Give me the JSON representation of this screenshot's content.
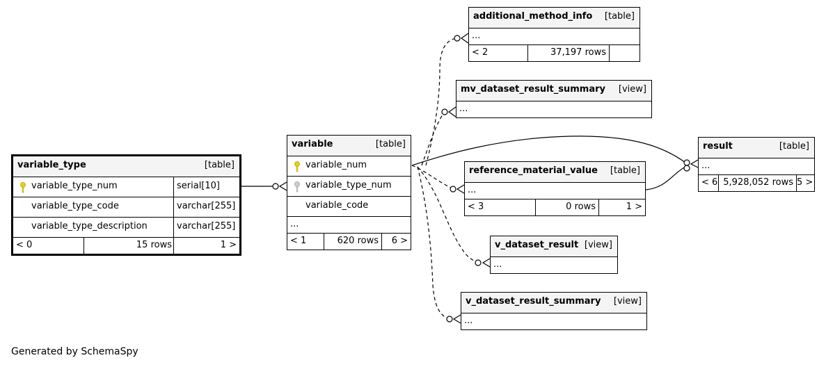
{
  "tables": {
    "variable_type": {
      "name": "variable_type",
      "kind": "[table]",
      "columns": [
        {
          "name": "variable_type_num",
          "type": "serial[10]",
          "key": "primary"
        },
        {
          "name": "variable_type_code",
          "type": "varchar[255]"
        },
        {
          "name": "variable_type_description",
          "type": "varchar[255]"
        }
      ],
      "footer": {
        "parents": "< 0",
        "rows": "15 rows",
        "children": "1 >"
      }
    },
    "variable": {
      "name": "variable",
      "kind": "[table]",
      "columns": [
        {
          "name": "variable_num",
          "key": "primary"
        },
        {
          "name": "variable_type_num",
          "key": "foreign"
        },
        {
          "name": "variable_code"
        }
      ],
      "ellipsis": "...",
      "footer": {
        "parents": "< 1",
        "rows": "620 rows",
        "children": "6 >"
      }
    },
    "additional_method_info": {
      "name": "additional_method_info",
      "kind": "[table]",
      "ellipsis": "...",
      "footer": {
        "parents": "< 2",
        "rows": "37,197 rows",
        "children": ""
      }
    },
    "mv_dataset_result_summary": {
      "name": "mv_dataset_result_summary",
      "kind": "[view]",
      "ellipsis": "..."
    },
    "reference_material_value": {
      "name": "reference_material_value",
      "kind": "[table]",
      "ellipsis": "...",
      "footer": {
        "parents": "< 3",
        "rows": "0 rows",
        "children": "1 >"
      }
    },
    "result": {
      "name": "result",
      "kind": "[table]",
      "ellipsis": "...",
      "footer": {
        "parents": "< 6",
        "rows": "5,928,052 rows",
        "children": "5 >"
      }
    },
    "v_dataset_result": {
      "name": "v_dataset_result",
      "kind": "[view]",
      "ellipsis": "..."
    },
    "v_dataset_result_summary": {
      "name": "v_dataset_result_summary",
      "kind": "[view]",
      "ellipsis": "..."
    }
  },
  "colors": {
    "primary_key": "#e6d11a",
    "foreign_key": "#b4b4b4",
    "header_bg": "#f4f4f4"
  },
  "footer_note": "Generated by SchemaSpy"
}
